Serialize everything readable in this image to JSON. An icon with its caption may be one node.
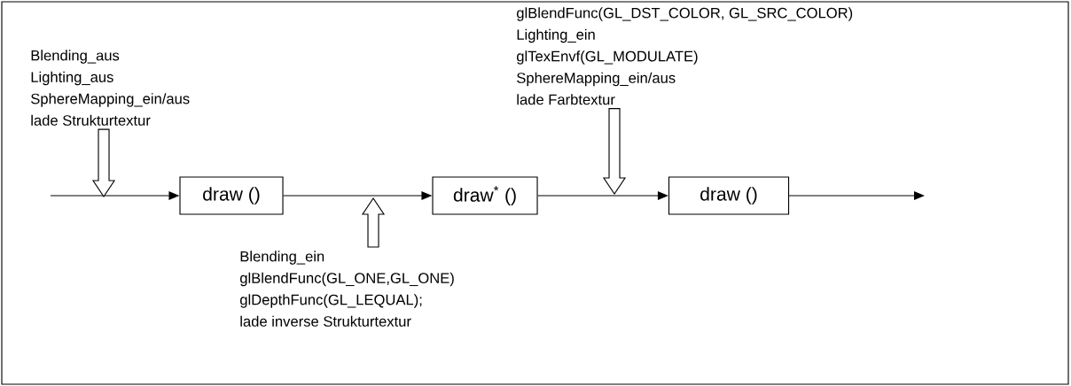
{
  "diagram": {
    "nodes": [
      {
        "text": [
          "Blending_aus",
          "Lighting_aus",
          "SphereMapping_ein/aus",
          "lade Strukturtextur"
        ]
      },
      {
        "text": [
          "glBlendFunc(GL_DST_COLOR, GL_SRC_COLOR)",
          "Lighting_ein",
          "glTexEnvf(GL_MODULATE)",
          "SphereMapping_ein/aus",
          "lade Farbtextur"
        ]
      },
      {
        "text": [
          "draw ()"
        ]
      },
      {
        "text": [
          "draw$^{*}$ ()"
        ]
      },
      {
        "text": [
          "draw ()"
        ]
      },
      {
        "text": [
          "Blending_ein",
          "glBlendFunc(GL_ONE,GL_ONE)",
          "glDepthFunc(GL_LEQUAL);",
          "lade inverse Strukturtextur"
        ]
      }
    ],
    "edges": [
      {
        "from": null,
        "to": 2,
        "arrow": "to"
      },
      {
        "from": 2,
        "to": 3,
        "arrow": "to"
      },
      {
        "from": 3,
        "to": 4,
        "arrow": "to"
      },
      {
        "from": 4,
        "to": null,
        "arrow": "to"
      },
      {
        "from": 0,
        "to": null,
        "arrow": "to"
      },
      {
        "from": 5,
        "to": null,
        "arrow": "to"
      },
      {
        "from": 1,
        "to": null,
        "arrow": "to"
      }
    ]
  }
}
